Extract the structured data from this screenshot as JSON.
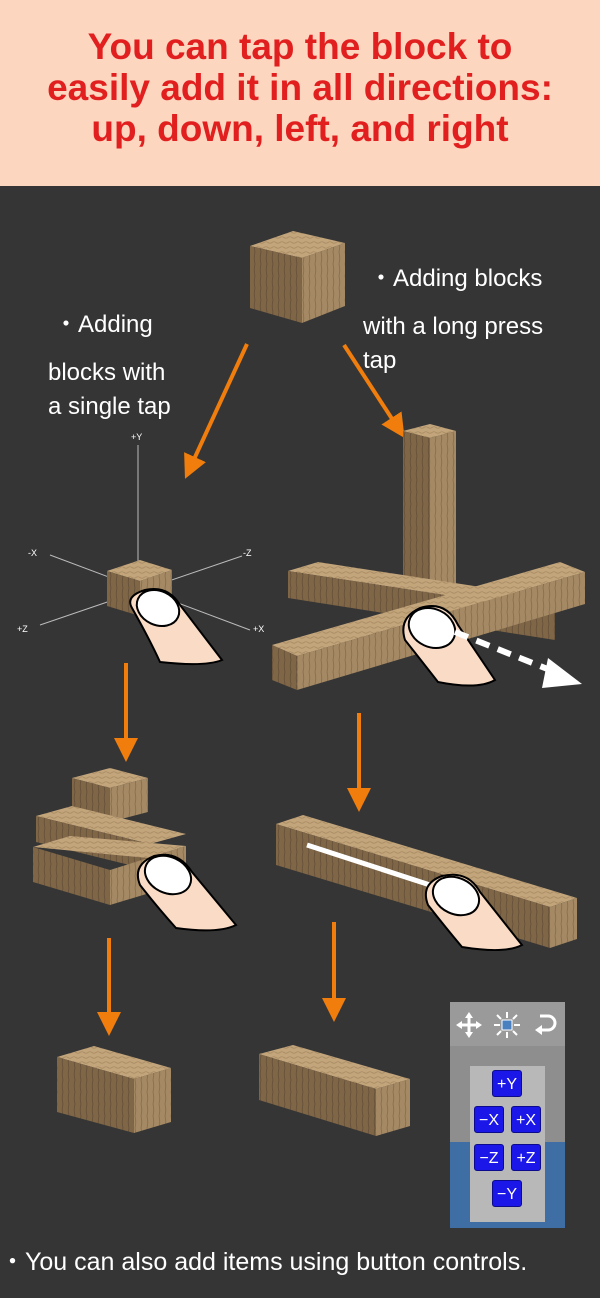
{
  "header": {
    "title_lines": [
      "You can tap the block to",
      "easily add it in all directions:",
      "up, down, left, and right"
    ]
  },
  "left_caption": {
    "line1": "・Adding",
    "line2": "blocks with",
    "line3": "a single tap"
  },
  "right_caption": {
    "line1": "・Adding blocks",
    "line2": "with a long press",
    "line3": "tap"
  },
  "axis_labels": {
    "plus_y": "+Y",
    "minus_x": "-X",
    "minus_z": "-Z",
    "plus_z": "+Z",
    "plus_x": "+X"
  },
  "control_panel": {
    "icons": [
      "move-arrows-icon",
      "center-cube-icon",
      "undo-arrow-icon"
    ],
    "buttons": {
      "plus_y": "+Y",
      "minus_x": "−X",
      "plus_x": "+X",
      "minus_z": "−Z",
      "plus_z": "+Z",
      "minus_y": "−Y"
    }
  },
  "footer": {
    "text": "・You can also add items using button controls."
  },
  "colors": {
    "background": "#353535",
    "header_bg": "#fcd6bf",
    "title": "#e21f1f",
    "arrow": "#f07d0c",
    "wood_top": "#c3a57c",
    "wood_left": "#7f6646",
    "wood_right": "#a48964",
    "button": "#1b17e8",
    "finger": "#fadcc6"
  }
}
